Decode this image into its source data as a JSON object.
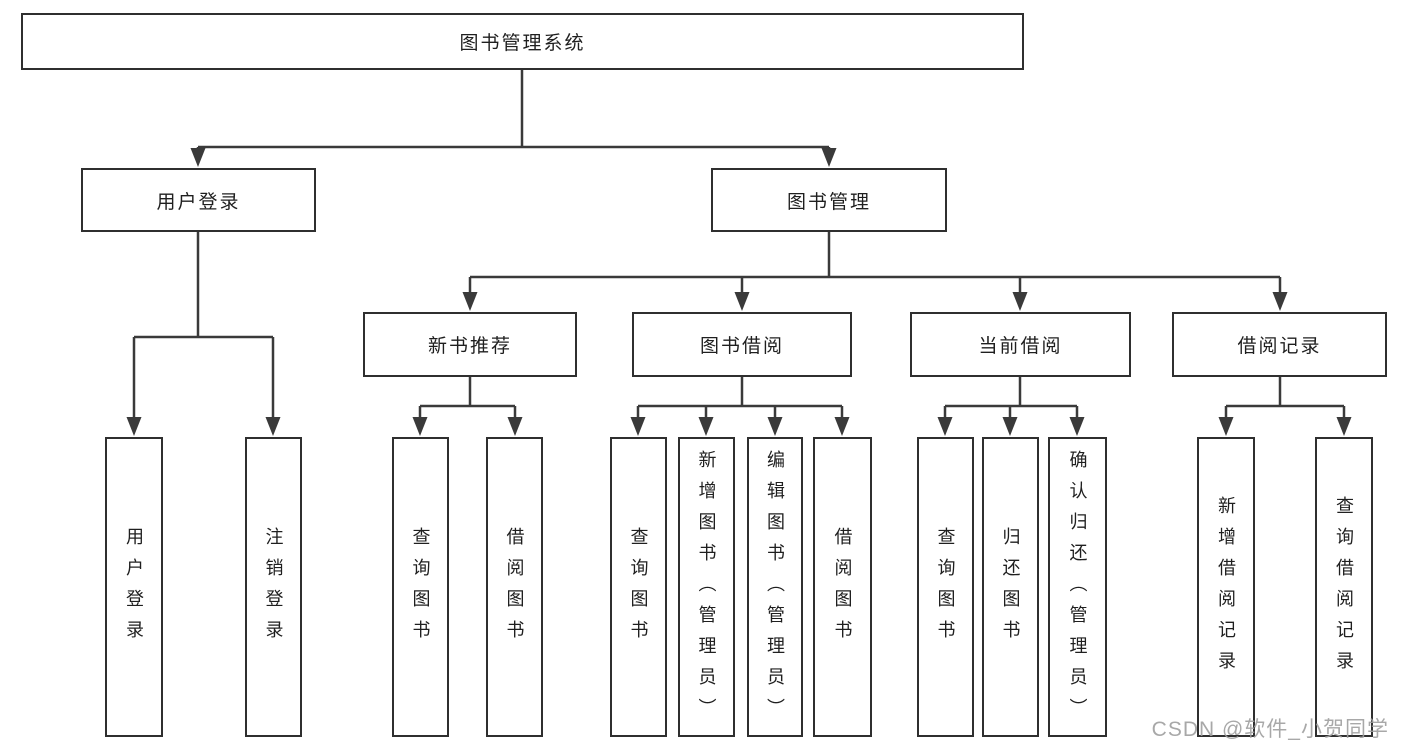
{
  "diagram": {
    "tree": {
      "root": {
        "label": "图书管理系统",
        "children": [
          {
            "label": "用户登录",
            "children": [
              {
                "label": "用户登录"
              },
              {
                "label": "注销登录"
              }
            ]
          },
          {
            "label": "图书管理",
            "children": [
              {
                "label": "新书推荐",
                "children": [
                  {
                    "label": "查询图书"
                  },
                  {
                    "label": "借阅图书"
                  }
                ]
              },
              {
                "label": "图书借阅",
                "children": [
                  {
                    "label": "查询图书"
                  },
                  {
                    "label": "新增图书（管理员）"
                  },
                  {
                    "label": "编辑图书（管理员）"
                  },
                  {
                    "label": "借阅图书"
                  }
                ]
              },
              {
                "label": "当前借阅",
                "children": [
                  {
                    "label": "查询图书"
                  },
                  {
                    "label": "归还图书"
                  },
                  {
                    "label": "确认归还（管理员）"
                  }
                ]
              },
              {
                "label": "借阅记录",
                "children": [
                  {
                    "label": "新增借阅记录"
                  },
                  {
                    "label": "查询借阅记录"
                  }
                ]
              }
            ]
          }
        ]
      }
    },
    "colors": {
      "line": "#3a3a3a",
      "box_border": "#2f2f2f",
      "box_fill": "#ffffff",
      "text": "#1f1f1f",
      "watermark": "#9e9e9e"
    },
    "watermark": {
      "text": "CSDN @软件_小贺同学"
    }
  }
}
